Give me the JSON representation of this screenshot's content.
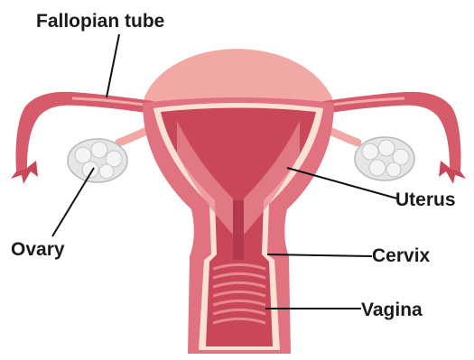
{
  "labels": {
    "fallopian_tube": "Fallopian tube",
    "ovary": "Ovary",
    "uterus": "Uterus",
    "cervix": "Cervix",
    "vagina": "Vagina"
  },
  "colors": {
    "tissue_dark": "#c8485a",
    "tissue_mid": "#e0737f",
    "tissue_light": "#f2a9a6",
    "lining_pale": "#fbe0d6",
    "ovary_fill": "#e6e6e6",
    "ovary_stroke": "#b8b8b8",
    "label_text": "#1a1a1a"
  }
}
